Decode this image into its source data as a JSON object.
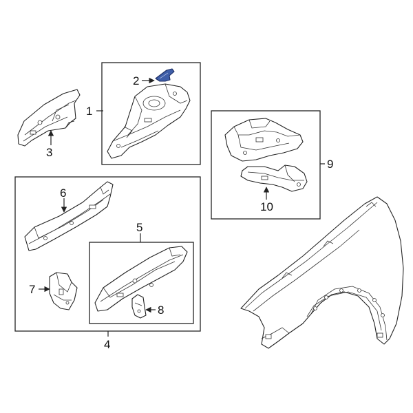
{
  "diagram": {
    "colors": {
      "line": "#222222",
      "highlight": "#3f5ea8",
      "background": "#ffffff"
    },
    "callouts": {
      "c1": "1",
      "c2": "2",
      "c3": "3",
      "c4": "4",
      "c5": "5",
      "c6": "6",
      "c7": "7",
      "c8": "8",
      "c9": "9",
      "c10": "10"
    },
    "highlighted_part": "2"
  }
}
